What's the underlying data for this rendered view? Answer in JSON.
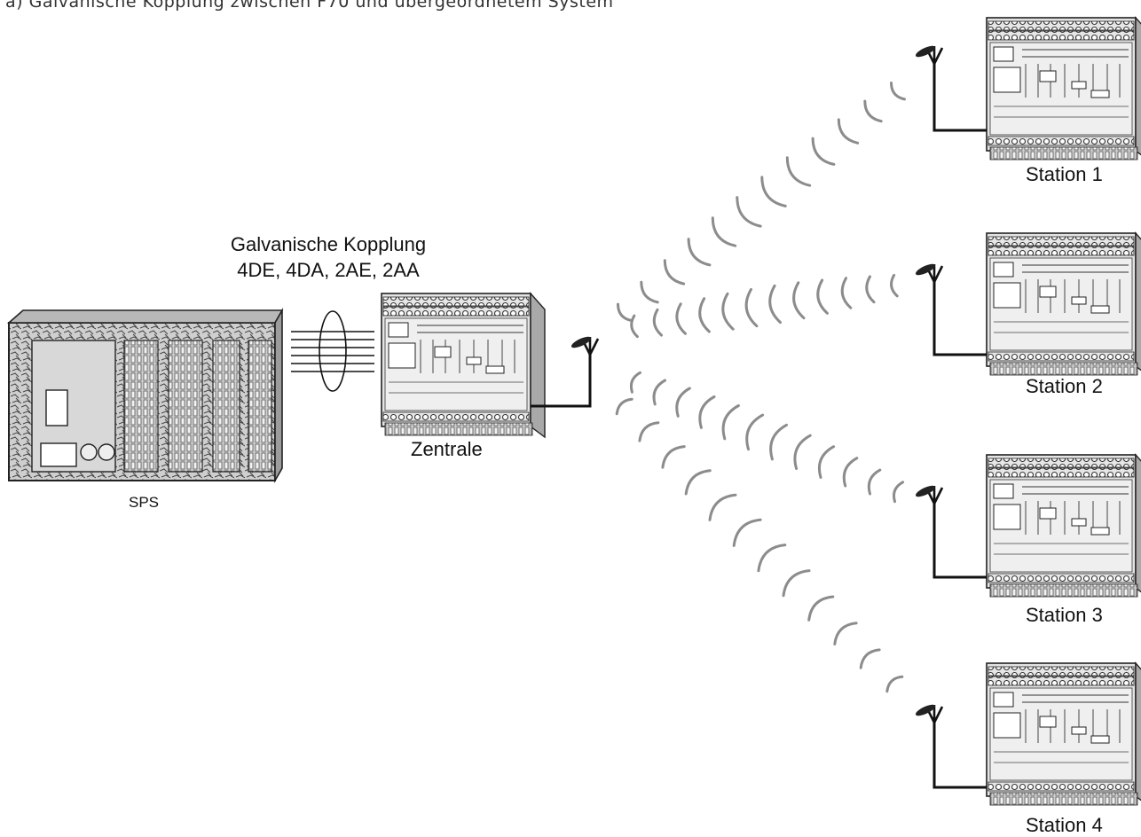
{
  "caption": "a) Galvanische Kopplung zwischen F70 und übergeordnetem System",
  "plc": {
    "label": "SPS"
  },
  "coupling": {
    "line1": "Galvanische Kopplung",
    "line2": "4DE, 4DA, 2AE, 2AA"
  },
  "central": {
    "label": "Zentrale"
  },
  "stations": [
    {
      "label": "Station 1"
    },
    {
      "label": "Station 2"
    },
    {
      "label": "Station 3"
    },
    {
      "label": "Station 4"
    }
  ],
  "colors": {
    "ink": "#111111",
    "module": "#d6d6d6",
    "module_dark": "#9a9a9a",
    "wave": "#8c8c8c"
  }
}
